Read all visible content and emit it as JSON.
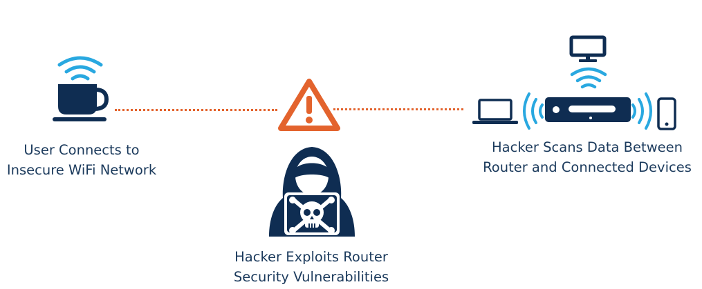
{
  "colors": {
    "navy": "#0f2d52",
    "wifi_blue": "#29a8e0",
    "warning_orange": "#e3632d",
    "text": "#1b3a5c"
  },
  "icons": {
    "user": [
      "wifi-icon",
      "coffee-cup-icon"
    ],
    "attack": [
      "warning-triangle-icon",
      "hooded-hacker-icon",
      "skull-crossbones-icon"
    ],
    "network": [
      "monitor-icon",
      "wifi-icon",
      "laptop-icon",
      "router-icon",
      "smartphone-icon",
      "signal-wave-icon"
    ]
  },
  "nodes": {
    "user": {
      "caption_line1": "User Connects to",
      "caption_line2": "Insecure WiFi Network"
    },
    "hacker": {
      "caption_line1": "Hacker Exploits Router",
      "caption_line2": "Security Vulnerabilities"
    },
    "router": {
      "caption_line1": "Hacker Scans Data Between",
      "caption_line2": "Router and Connected Devices"
    }
  }
}
